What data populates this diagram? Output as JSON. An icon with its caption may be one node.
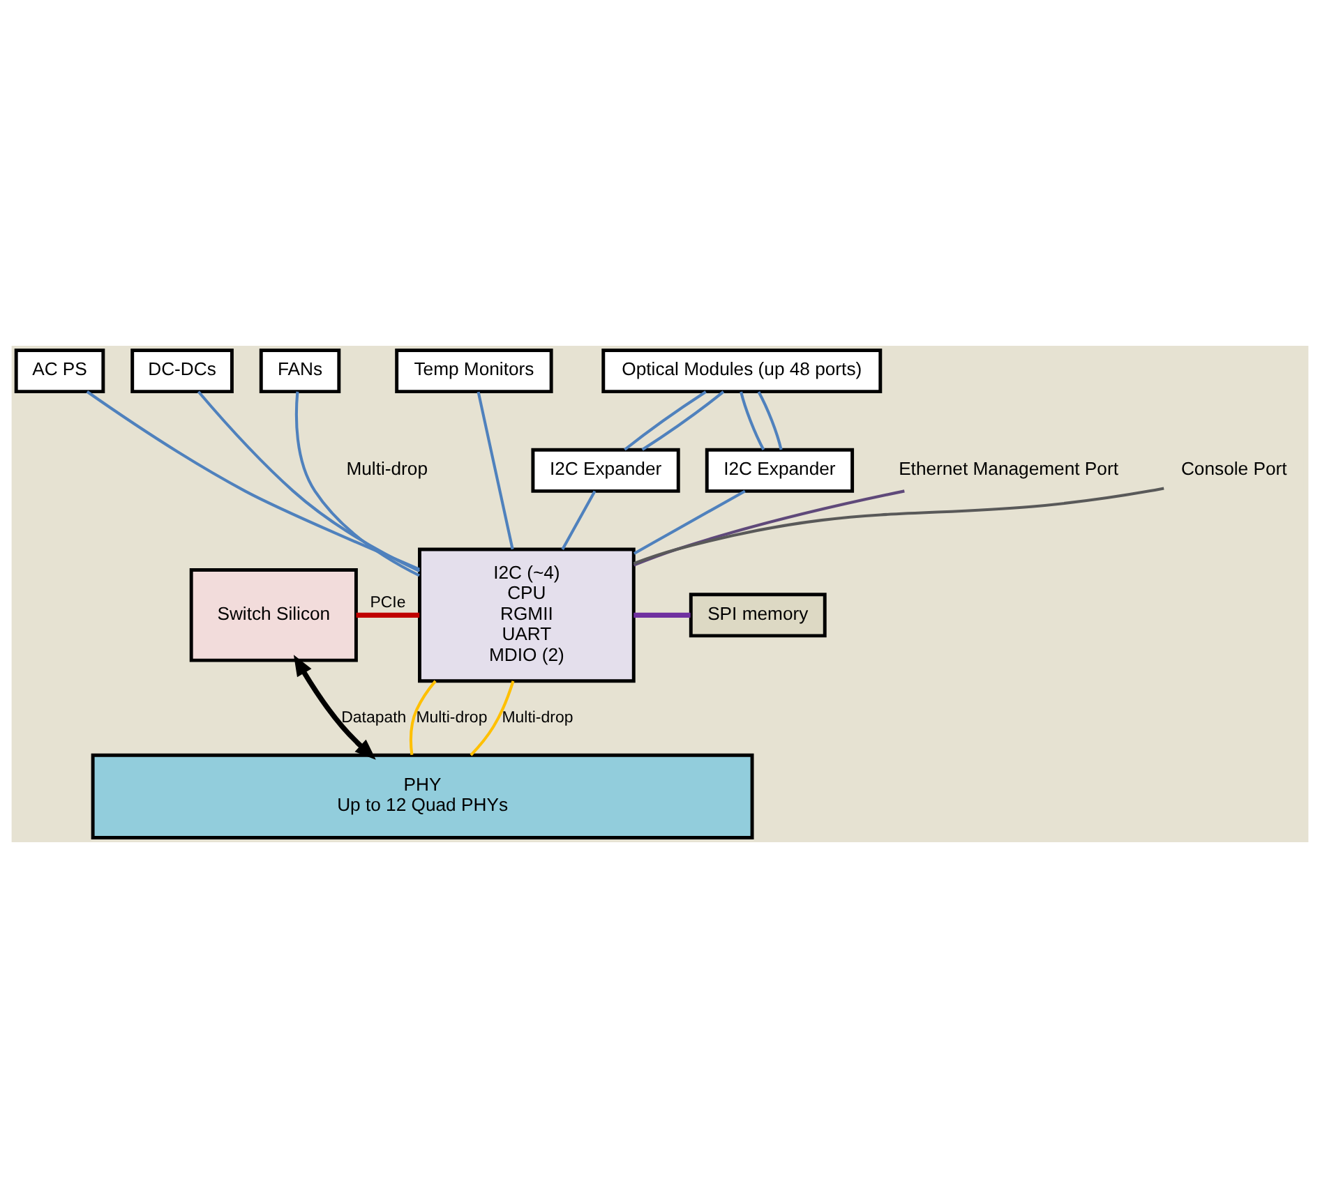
{
  "diagram": {
    "nodes": [
      {
        "text": [
          "AC PS"
        ]
      },
      {
        "text": [
          "DC-DCs"
        ]
      },
      {
        "text": [
          "FANs"
        ]
      },
      {
        "text": [
          "Temp Monitors"
        ]
      },
      {
        "text": [
          "Optical Modules (up 48 ports)"
        ]
      },
      {
        "text": [
          "I2C Expander"
        ]
      },
      {
        "text": [
          "I2C Expander"
        ]
      },
      {
        "text": [
          "Switch Silicon"
        ]
      },
      {
        "text": [
          "I2C (~4)",
          "CPU",
          "RGMII",
          "UART",
          "MDIO (2)"
        ]
      },
      {
        "text": [
          "SPI memory"
        ]
      },
      {
        "text": [
          "Ethernet Management Port"
        ]
      },
      {
        "text": [
          "Console Port"
        ]
      },
      {
        "text": [
          "PHY",
          "Up to 12 Quad PHYs"
        ]
      }
    ],
    "edges": [
      {
        "from": 0,
        "to": 8,
        "arrow": "none"
      },
      {
        "from": 1,
        "to": 8,
        "arrow": "none"
      },
      {
        "from": 2,
        "to": 8,
        "arrow": "none"
      },
      {
        "from": 3,
        "to": 8,
        "arrow": "none"
      },
      {
        "from": 4,
        "to": 5,
        "arrow": "none"
      },
      {
        "from": 4,
        "to": 5,
        "arrow": "none"
      },
      {
        "from": 4,
        "to": 6,
        "arrow": "none"
      },
      {
        "from": 4,
        "to": 6,
        "arrow": "none"
      },
      {
        "from": 5,
        "to": 8,
        "arrow": "none"
      },
      {
        "from": 6,
        "to": 8,
        "arrow": "none"
      },
      {
        "from": 7,
        "to": 8,
        "arrow": "none",
        "label": "PCIe",
        "color": "#c00000",
        "style": "thick"
      },
      {
        "from": 10,
        "to": 8,
        "arrow": "none",
        "color": "#5f497a"
      },
      {
        "from": 8,
        "to": 9,
        "arrow": "none",
        "color": "#7030a0",
        "style": "thick"
      },
      {
        "from": 11,
        "to": 8,
        "arrow": "none",
        "color": "#595959"
      },
      {
        "from": 8,
        "to": 12,
        "arrow": "none",
        "label": "Multi-drop",
        "color": "#ffc000"
      },
      {
        "from": 8,
        "to": 12,
        "arrow": "none",
        "label": "Multi-drop",
        "color": "#ffc000"
      },
      {
        "from": 7,
        "to": 12,
        "arrow": "both",
        "label": "Datapath",
        "color": "#000000",
        "style": "thick"
      }
    ],
    "labels": [
      "Multi-drop"
    ]
  }
}
